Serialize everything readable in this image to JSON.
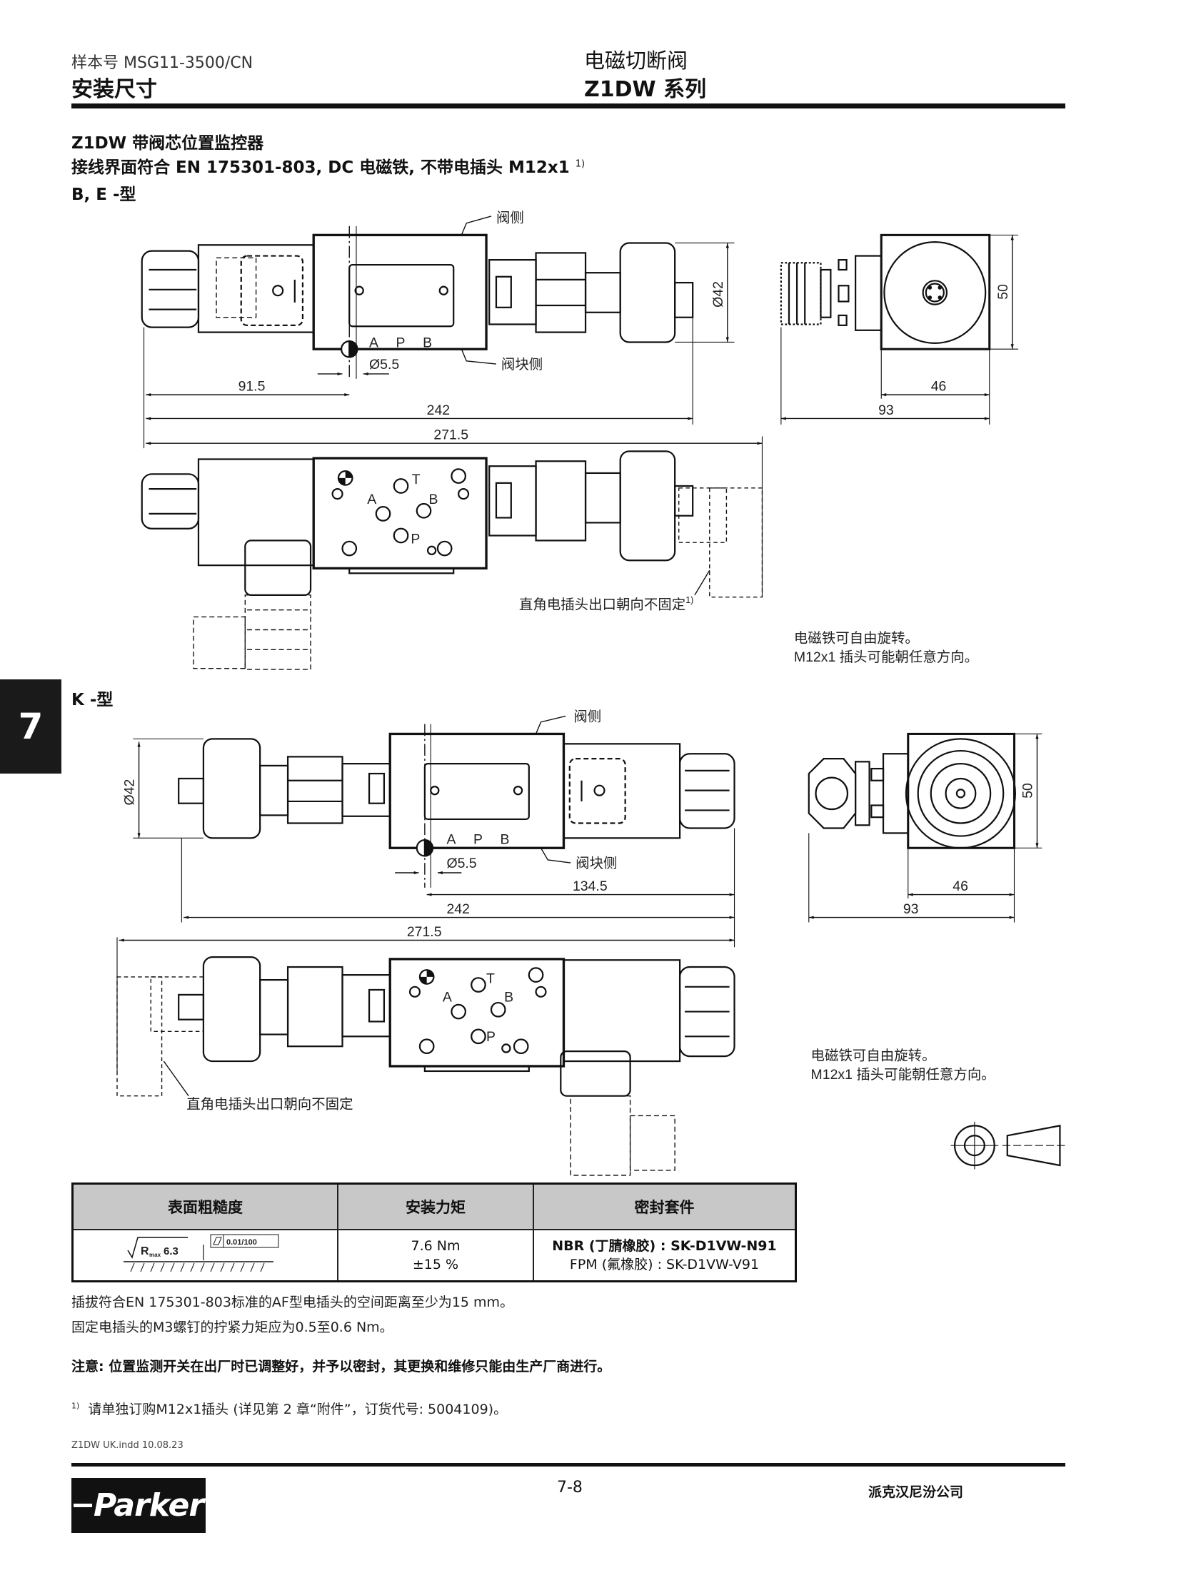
{
  "header": {
    "catalog_no": "样本号 MSG11-3500/CN",
    "section": "安装尺寸",
    "product": "电磁切断阀",
    "series": "Z1DW 系列"
  },
  "title": {
    "line1": "Z1DW 带阀芯位置监控器",
    "line2": "接线界面符合 EN 175301-803, DC 电磁铁, 不带电插头 M12x1",
    "line2_sup": "1)",
    "type_be": "B, E -型",
    "type_k": "K -型"
  },
  "chapter_tab": "7",
  "drawing_be": {
    "valve_side": "阀侧",
    "block_side": "阀块侧",
    "port_a": "A",
    "port_p": "P",
    "port_b": "B",
    "port_t": "T",
    "hole_dia": "Ø5.5",
    "dim_91_5": "91.5",
    "dim_242": "242",
    "dim_271_5": "271.5",
    "dim_d42": "Ø42",
    "dim_50": "50",
    "dim_46": "46",
    "dim_93": "93",
    "plug_note": "直角电插头出口朝向不固定",
    "plug_note_sup": "1)",
    "rotate_note1": "电磁铁可自由旋转。",
    "rotate_note2": "M12x1 插头可能朝任意方向。"
  },
  "drawing_k": {
    "valve_side": "阀侧",
    "block_side": "阀块侧",
    "port_a": "A",
    "port_p": "P",
    "port_b": "B",
    "port_t": "T",
    "hole_dia": "Ø5.5",
    "dim_134_5": "134.5",
    "dim_242": "242",
    "dim_271_5": "271.5",
    "dim_d42": "Ø42",
    "dim_50": "50",
    "dim_46": "46",
    "dim_93": "93",
    "plug_note": "直角电插头出口朝向不固定",
    "rotate_note1": "电磁铁可自由旋转。",
    "rotate_note2": "M12x1 插头可能朝任意方向。"
  },
  "table": {
    "headers": [
      "表面粗糙度",
      "安装力矩",
      "密封套件"
    ],
    "roughness": {
      "r": "R",
      "sub": "max",
      "value": "6.3",
      "flatness": "0.01/100"
    },
    "torque": [
      "7.6 Nm",
      "±15 %"
    ],
    "seals": [
      "NBR (丁腈橡胶) : SK-D1VW-N91",
      "FPM (氟橡胶) : SK-D1VW-V91"
    ]
  },
  "notes": {
    "n1": "插拔符合EN 175301-803标准的AF型电插头的空间距离至少为15 mm。",
    "n2": "固定电插头的M3螺钉的拧紧力矩应为0.5至0.6 Nm。",
    "warning": "注意: 位置监测开关在出厂时已调整好，并予以密封，其更换和维修只能由生产厂商进行。",
    "footnote_mark": "1)",
    "footnote": "请单独订购M12x1插头 (详见第 2 章“附件”，订货代号: 5004109)。"
  },
  "footer": {
    "file": "Z1DW UK.indd 10.08.23",
    "page": "7-8",
    "company": "派克汉尼汾公司",
    "logo": "Parker"
  }
}
